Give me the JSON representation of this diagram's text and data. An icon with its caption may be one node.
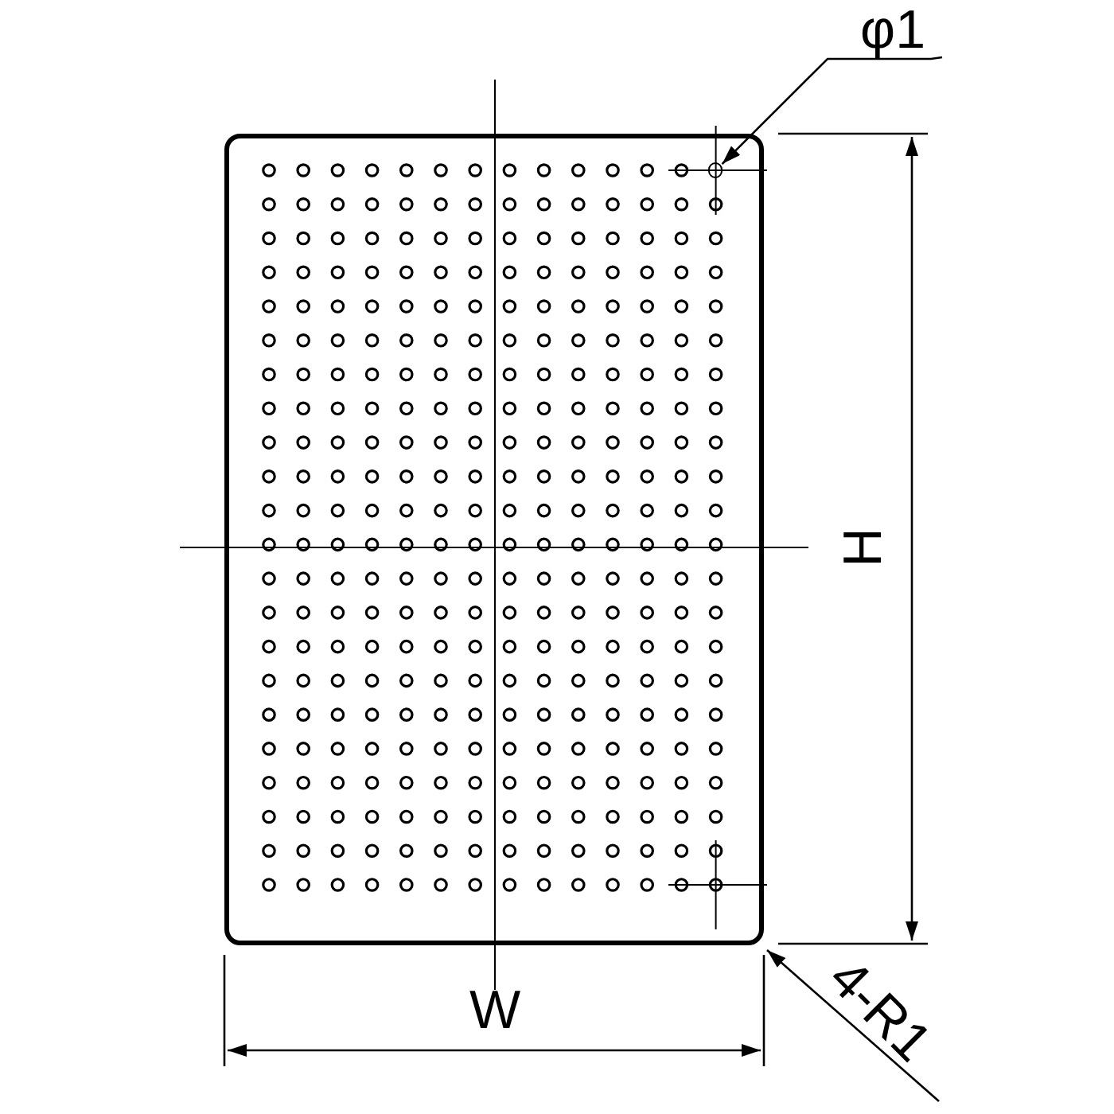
{
  "diagram": {
    "nodes": [
      {
        "text": [
          "φ1"
        ]
      },
      {
        "text": [],
        "shape": "box"
      },
      {
        "text": [],
        "shape": "circle",
        "in": 1
      },
      {
        "text": [
          "4-R1"
        ]
      }
    ],
    "edges": [
      {
        "from": 0,
        "to": 2,
        "arrow": "to"
      },
      {
        "from": 3,
        "to": 1,
        "arrow": "to"
      }
    ],
    "labels": [
      "H",
      "W"
    ]
  }
}
